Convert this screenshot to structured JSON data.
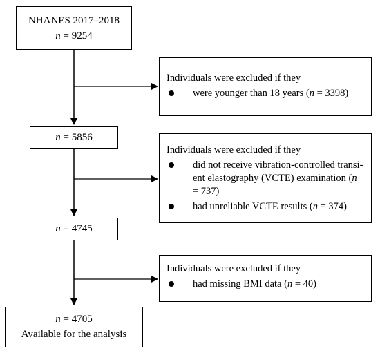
{
  "diagram": {
    "start": {
      "title": "NHANES 2017–2018",
      "n_symbol": "n",
      "n_value": " = 9254"
    },
    "step1": {
      "n_symbol": "n",
      "n_value": " = 5856"
    },
    "step2": {
      "n_symbol": "n",
      "n_value": " = 4745"
    },
    "final": {
      "n_symbol": "n",
      "n_value": " = 4705",
      "label": "Available for the analysis"
    },
    "exclusion1": {
      "heading": "Individuals were excluded if they",
      "items": [
        {
          "text": "were younger than 18 years (",
          "n_symbol": "n",
          "n_value": " = 3398)"
        }
      ]
    },
    "exclusion2": {
      "heading": "Individuals were excluded if they",
      "items": [
        {
          "text": "did not receive vibration-controlled transi-ent elastography (VCTE) examination (",
          "n_symbol": "n",
          "n_value": " = 737)"
        },
        {
          "text": "had unreliable VCTE results (",
          "n_symbol": "n",
          "n_value": " = 374)"
        }
      ]
    },
    "exclusion3": {
      "heading": "Individuals were excluded if they",
      "items": [
        {
          "text": "had missing BMI data (",
          "n_symbol": "n",
          "n_value": " = 40)"
        }
      ]
    }
  }
}
